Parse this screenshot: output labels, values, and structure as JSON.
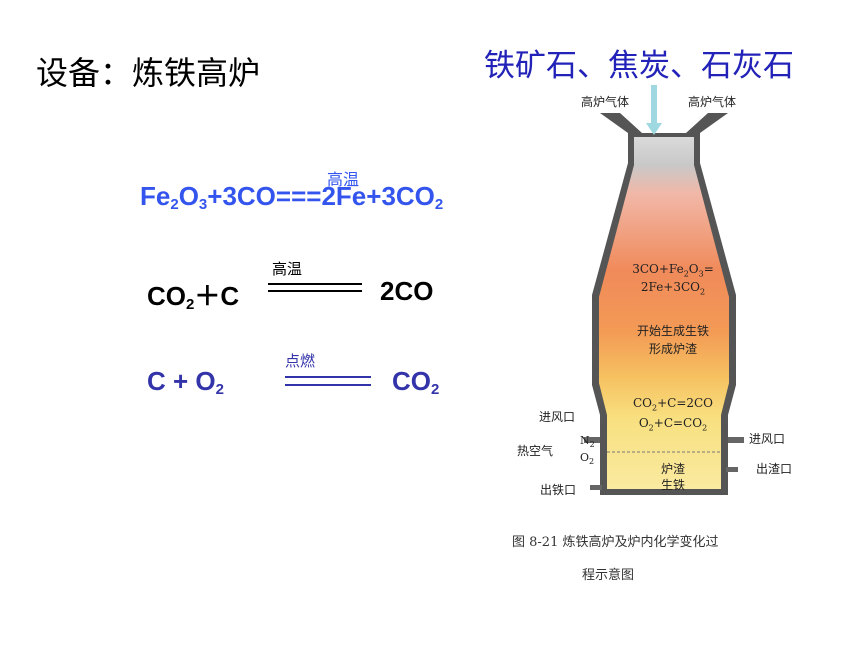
{
  "title": "设备：炼铁高炉",
  "top_label": "铁矿石、焦炭、石灰石",
  "equations": {
    "eq1": {
      "condition": "高温",
      "parts": [
        "Fe",
        "2",
        "O",
        "3",
        "+3CO===2Fe+3CO",
        "2"
      ]
    },
    "eq2": {
      "condition": "高温",
      "left_parts": [
        "CO",
        "2",
        "＋C"
      ],
      "right": "2CO"
    },
    "eq3": {
      "condition": "点燃",
      "left_parts": [
        "C + O",
        "2"
      ],
      "right_parts": [
        "CO",
        "2"
      ]
    }
  },
  "furnace": {
    "gas_left": "高炉气体",
    "gas_right": "高炉气体",
    "zone_reaction": [
      "3CO+Fe",
      "2",
      "O",
      "3",
      "=",
      "2Fe+3CO",
      "2"
    ],
    "zone_note": [
      "开始生成生铁",
      "形成炉渣"
    ],
    "zone_combustion": [
      "CO",
      "2",
      "+C=2CO",
      "O",
      "2",
      "+C=CO",
      "2"
    ],
    "slag": "炉渣",
    "pig_iron": "生铁",
    "label_air_inlet_left": "进风口",
    "label_hot_air": "热空气",
    "label_n2": [
      "N",
      "2"
    ],
    "label_o2": [
      "O",
      "2"
    ],
    "label_iron_outlet": "出铁口",
    "label_air_inlet_right": "进风口",
    "label_slag_outlet": "出渣口",
    "caption_line1": "图 8-21  炼铁高炉及炉内化学变化过",
    "caption_line2": "程示意图"
  },
  "colors": {
    "blue_text": "#3355ee",
    "dark_blue_text": "#3333aa",
    "top_label": "#2222b8"
  }
}
